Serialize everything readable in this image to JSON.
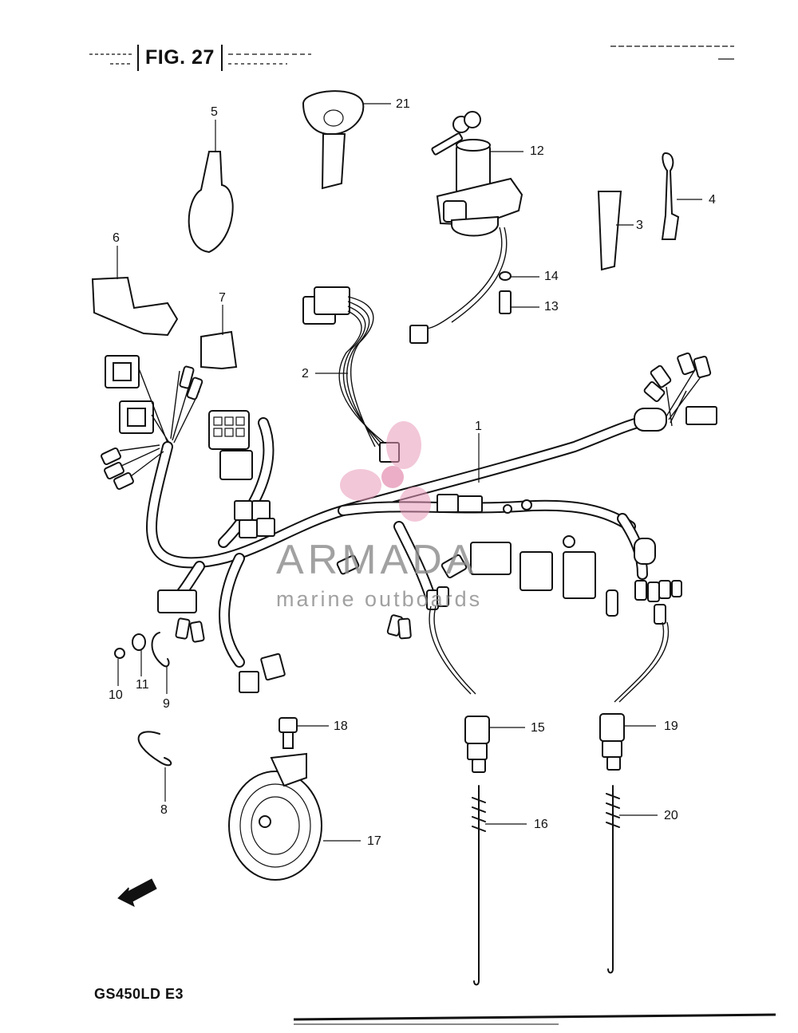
{
  "figure": {
    "title": "FIG. 27",
    "model": "GS450LD  E3",
    "fwd_label": "FWD"
  },
  "watermark": {
    "brand": "ARMADA",
    "tagline": "marine outboards",
    "color": "#e79ab9"
  },
  "callouts": {
    "c1": "1",
    "c2": "2",
    "c3": "3",
    "c4": "4",
    "c5": "5",
    "c6": "6",
    "c7": "7",
    "c8": "8",
    "c9": "9",
    "c10": "10",
    "c11": "11",
    "c12": "12",
    "c13": "13",
    "c14": "14",
    "c15": "15",
    "c16": "16",
    "c17": "17",
    "c18": "18",
    "c19": "19",
    "c20": "20",
    "c21": "21"
  }
}
